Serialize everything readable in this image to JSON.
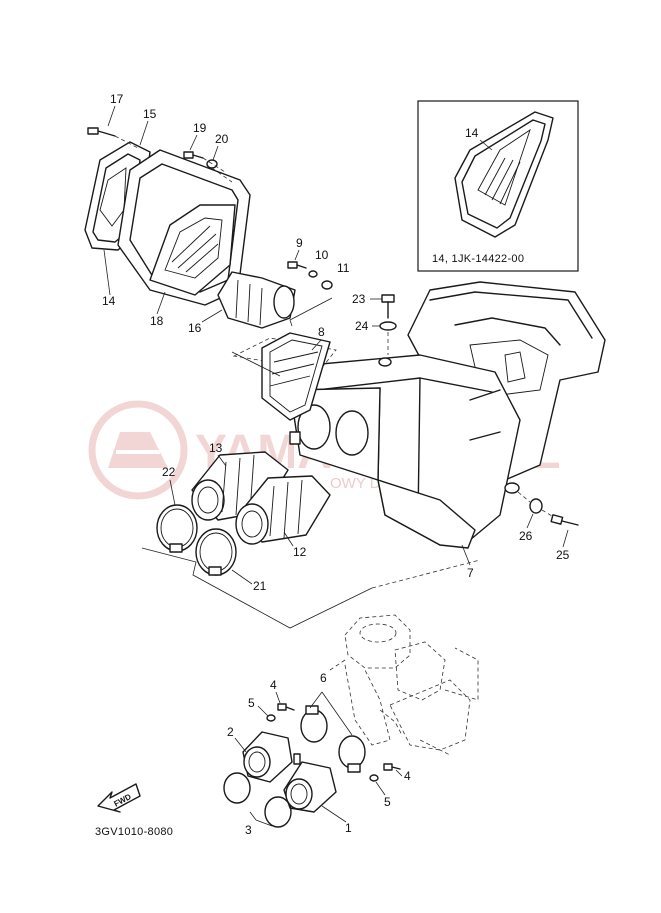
{
  "callouts": {
    "c1": "1",
    "c2": "2",
    "c3": "3",
    "c4a": "4",
    "c4b": "4",
    "c5a": "5",
    "c5b": "5",
    "c6": "6",
    "c7": "7",
    "c8": "8",
    "c9": "9",
    "c10": "10",
    "c11": "11",
    "c12": "12",
    "c13": "13",
    "c14a": "14",
    "c14b": "14",
    "c15": "15",
    "c16": "16",
    "c17": "17",
    "c18": "18",
    "c19": "19",
    "c20": "20",
    "c21": "21",
    "c22": "22",
    "c23": "23",
    "c24": "24",
    "c25": "25",
    "c26": "26"
  },
  "inset": {
    "caption": "14, 1JK-14422-00"
  },
  "diagram_code": "3GV1010-8080",
  "fwd_label": "FWD",
  "watermark": {
    "brand": "YAMASKLEP.PL",
    "subtitle": "OWY DEALER YAMAHA"
  },
  "colors": {
    "line": "#1a1a1a",
    "watermark": "#e8b4b4"
  }
}
